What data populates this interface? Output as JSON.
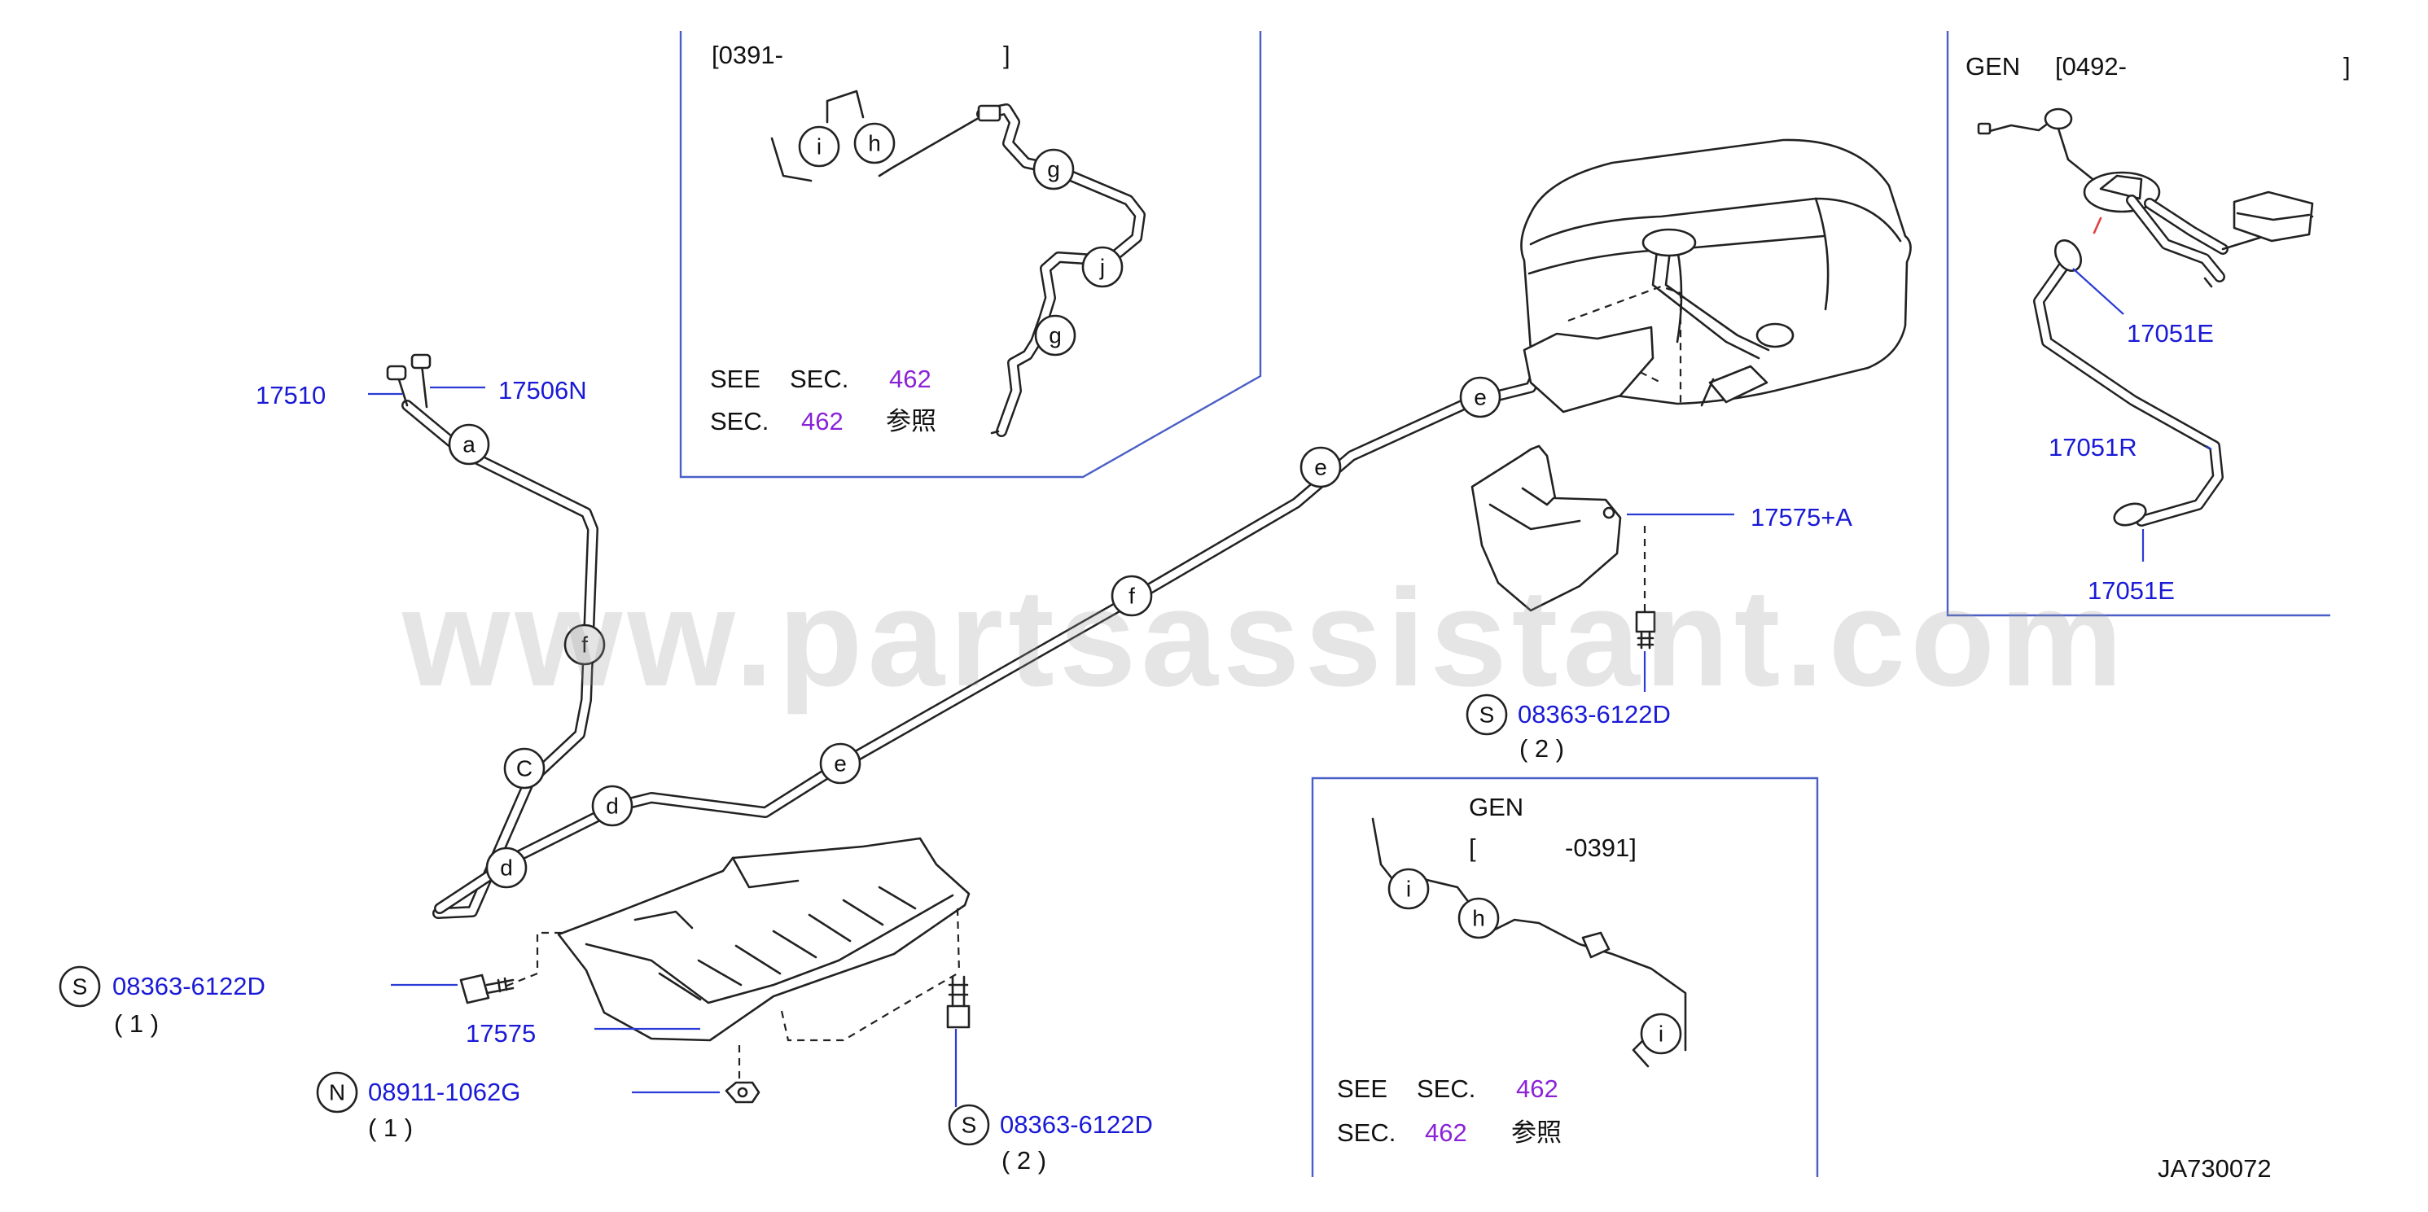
{
  "diagram": {
    "watermark": "www.partsassistant.com",
    "figure_code": "JA730072",
    "parts": {
      "p17510": "17510",
      "p17506N": "17506N",
      "p17575A": "17575+A",
      "p17575": "17575",
      "p17051E_top": "17051E",
      "p17051R": "17051R",
      "p17051E_bottom": "17051E"
    },
    "fasteners": [
      {
        "symbol": "S",
        "part": "08363-6122D",
        "qty": "( 1 )"
      },
      {
        "symbol": "N",
        "part": "08911-1062G",
        "qty": "( 1 )"
      },
      {
        "symbol": "S",
        "part": "08363-6122D",
        "qty": "( 2 )"
      },
      {
        "symbol": "S",
        "part": "08363-6122D",
        "qty": "( 2 )"
      }
    ],
    "inset_top": {
      "range": "[0391-",
      "range_close": "]",
      "see_label": "SEE",
      "sec_label": "SEC.",
      "sec_num": "462",
      "sec_label2": "SEC.",
      "sec_num2": "462",
      "ref_jp": "参照"
    },
    "inset_right": {
      "gen": "GEN",
      "range": "[0492-",
      "range_close": "]"
    },
    "inset_bottom": {
      "gen": "GEN",
      "range_open": "[",
      "range": "-0391]",
      "see_label": "SEE",
      "sec_label": "SEC.",
      "sec_num": "462",
      "sec_label2": "SEC.",
      "sec_num2": "462",
      "ref_jp": "参照"
    },
    "callout_letters": {
      "a": "a",
      "c": "C",
      "d": "d",
      "e": "e",
      "f": "f",
      "g": "g",
      "h": "h",
      "i": "i",
      "j": "j"
    }
  }
}
